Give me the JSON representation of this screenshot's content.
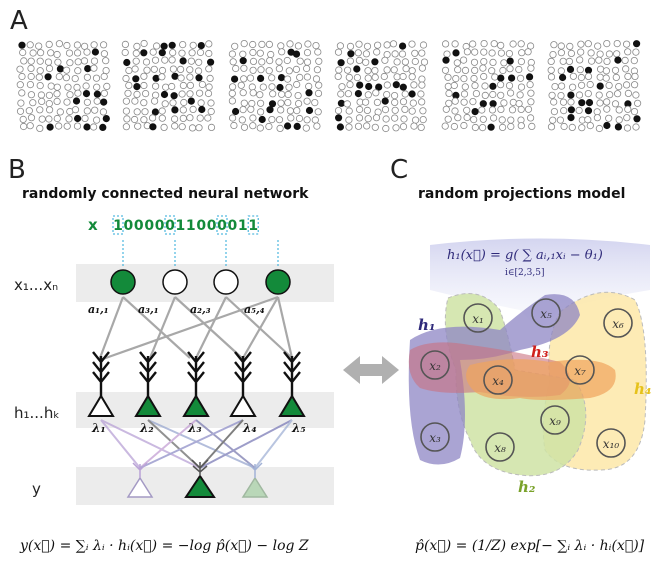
{
  "panels": {
    "a": {
      "letter": "A"
    },
    "b": {
      "letter": "B",
      "title": "randomly connected neural network"
    },
    "c": {
      "letter": "C",
      "title": "random projections model"
    }
  },
  "network": {
    "input_symbol": "x",
    "input_bits": [
      "1",
      "0",
      "0",
      "0",
      "0",
      "0",
      "1",
      "1",
      "0",
      "0",
      "0",
      "0",
      "1",
      "1"
    ],
    "row_labels": {
      "inputs": "x₁...xₙ",
      "hidden": "h₁...hₖ",
      "output": "y"
    },
    "weights": [
      "a₁,₁",
      "a₃,₁",
      "a₂,₃",
      "a₅,₄"
    ],
    "lambdas": [
      "λ₁",
      "λ₂",
      "λ₃",
      "λ₄",
      "λ₅"
    ],
    "equation": "y(x⃗) = ∑ᵢ λᵢ · hᵢ(x⃗) = −log p̂(x⃗) − log Z"
  },
  "projection": {
    "bubble": "h₁(x⃗) = g( ∑ aᵢ,₁xᵢ − θ₁)",
    "bubble_sub": "i∈[2,3,5]",
    "nodes": [
      "x₁",
      "x₂",
      "x₃",
      "x₄",
      "x₅",
      "x₆",
      "x₇",
      "x₈",
      "x₉",
      "x₁₀"
    ],
    "h_labels": {
      "h1": "h₁",
      "h2": "h₂",
      "h3": "h₃",
      "h4": "h₄"
    },
    "equation": "p̂(x⃗) = (1/Z) exp[− ∑ᵢ λᵢ · hᵢ(x⃗)]"
  },
  "colors": {
    "green": "#138a3a",
    "h1": "#2f2a7a",
    "h2": "#7aa22a",
    "h3": "#d0201c",
    "h4": "#e6c21a",
    "purple_region": "#8e86c4",
    "green_region": "#cfe3a4",
    "red_region": "#c97280",
    "orange_region": "#f0a45c",
    "yellow_region": "#fde7a8",
    "row_band": "#ececec"
  }
}
